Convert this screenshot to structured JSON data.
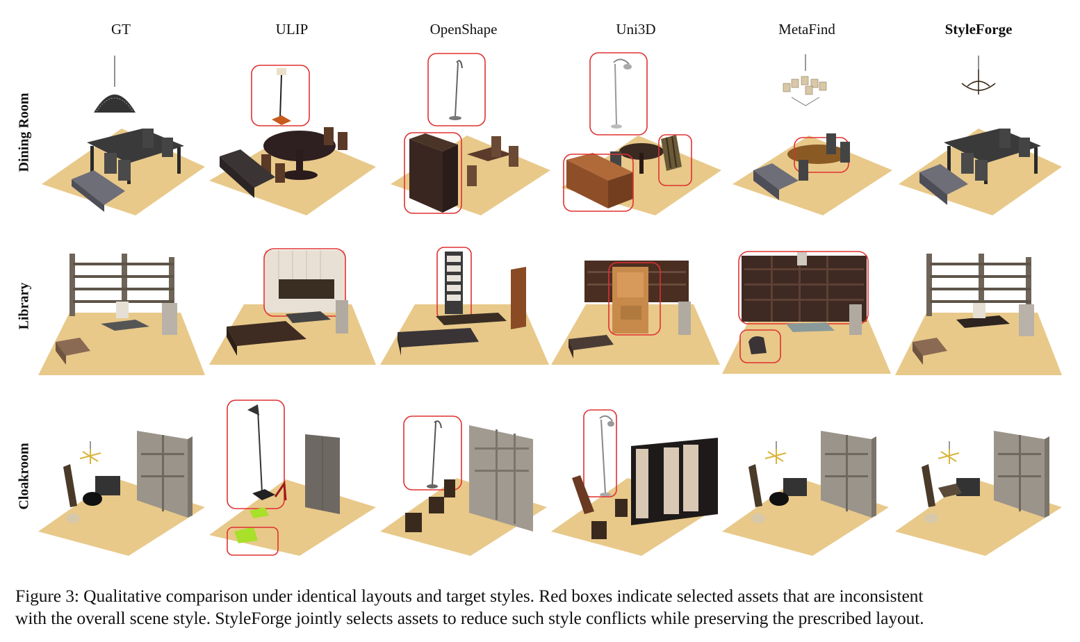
{
  "columns": [
    "GT",
    "ULIP",
    "OpenShape",
    "Uni3D",
    "MetaFind",
    "StyleForge"
  ],
  "rows": [
    "Dining Room",
    "Library",
    "Cloakroom"
  ],
  "caption": {
    "line1": "Figure 3: Qualitative comparison under identical layouts and target styles. Red boxes indicate selected assets that are inconsistent",
    "line2": "with the overall scene style. StyleForge jointly selects assets to reduce such style conflicts while preserving the prescribed layout."
  },
  "colors": {
    "floor": "#e8c98a",
    "highlight": "#e03030"
  }
}
